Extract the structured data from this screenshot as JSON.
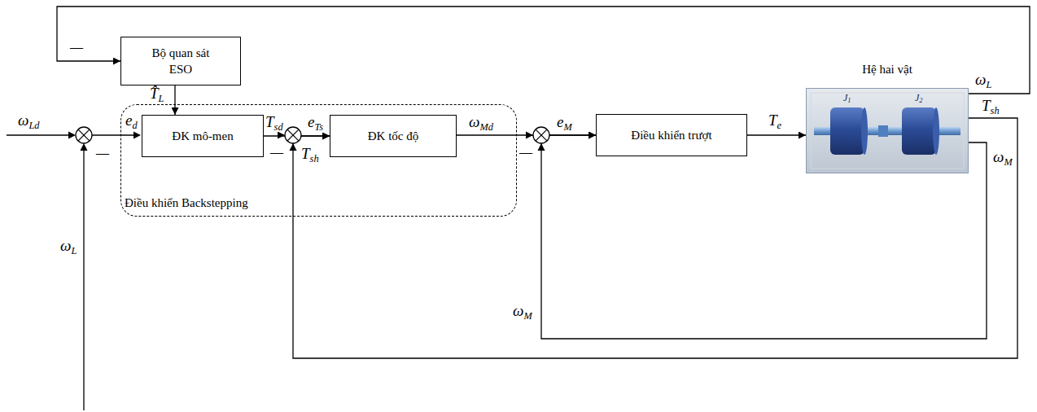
{
  "diagram": {
    "nodes": [
      {
        "text": [
          "Bộ quan sát ESO"
        ]
      },
      {
        "text": [
          "Điều khiển Backstepping"
        ]
      },
      {
        "text": [
          "ĐK mô-men"
        ],
        "in": 1
      },
      {
        "text": [
          "ĐK tốc độ"
        ],
        "in": 1
      },
      {
        "text": [
          "Điều khiển trượt"
        ]
      },
      {
        "text": [
          "Hệ hai vật"
        ]
      }
    ],
    "edges": [
      {
        "from": 0,
        "to": 2,
        "arrow": "to",
        "label": "T̂L"
      },
      {
        "from": 2,
        "to": 3,
        "arrow": "to",
        "label": "Tsd"
      },
      {
        "from": 3,
        "to": 4,
        "arrow": "to",
        "label": "ωMd"
      },
      {
        "from": 4,
        "to": 5,
        "arrow": "to",
        "label": "Te"
      },
      {
        "from": 5,
        "to": 0,
        "arrow": "to",
        "label": "ωL"
      },
      {
        "from": 5,
        "to": 3,
        "arrow": "to",
        "label": "Tsh"
      },
      {
        "from": 5,
        "to": 4,
        "arrow": "to",
        "label": "ωM"
      }
    ],
    "labels": [
      "ωLd",
      "ed",
      "eTs",
      "eM",
      "ωL",
      "Tsh",
      "ωM",
      "J1",
      "J2",
      "—",
      "—",
      "—",
      "—"
    ]
  }
}
